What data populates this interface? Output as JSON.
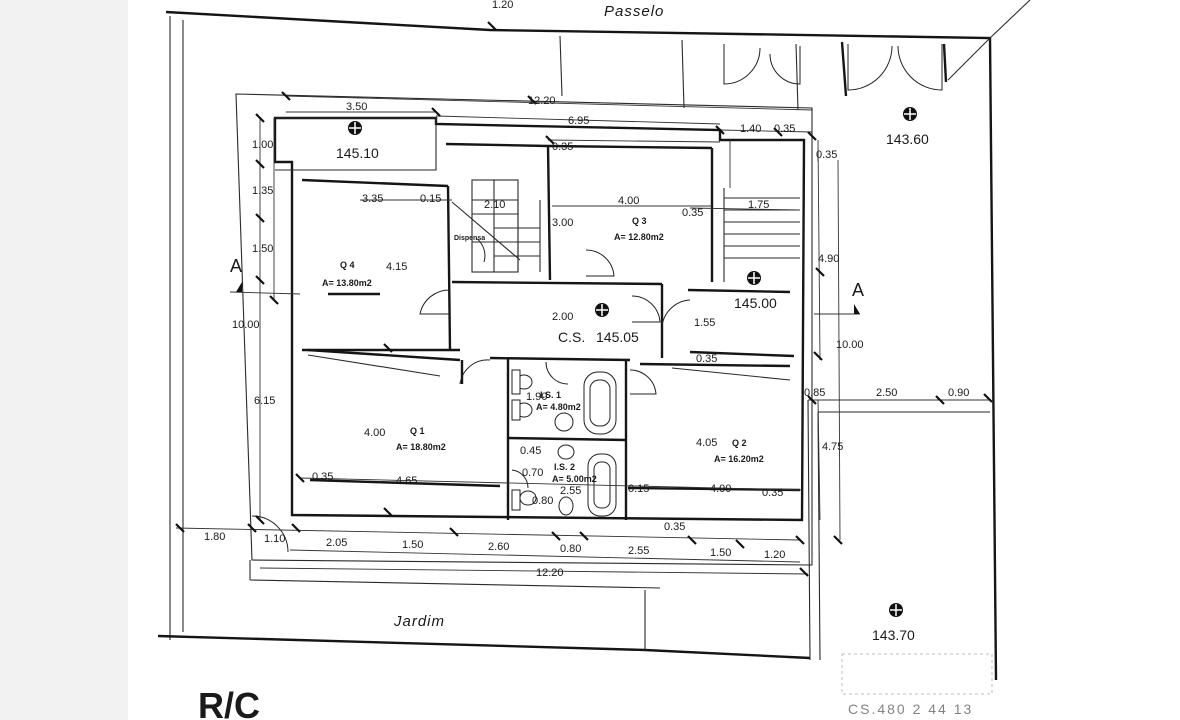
{
  "title": "R/C",
  "labels": {
    "top": "Passelo",
    "bottom": "Jardim"
  },
  "section_marks": {
    "left": "A",
    "right": "A"
  },
  "levels": [
    "145.10",
    "143.60",
    "145.00",
    "143.70"
  ],
  "circulation": {
    "name": "C.S.",
    "level": "145.05"
  },
  "stairs_label": "Dispensa",
  "rooms": {
    "q4": {
      "name": "Q 4",
      "area": "A= 13.80m2"
    },
    "q3": {
      "name": "Q 3",
      "area": "A= 12.80m2"
    },
    "q1": {
      "name": "Q 1",
      "area": "A= 18.80m2"
    },
    "q2": {
      "name": "Q 2",
      "area": "A= 16.20m2"
    },
    "is1": {
      "name": "I.S. 1",
      "area": "A= 4.80m2"
    },
    "is2": {
      "name": "I.S. 2",
      "area": "A= 5.00m2"
    }
  },
  "dimensions": [
    "1.20",
    "12.20",
    "3.50",
    "6.95",
    "1.40",
    "0.35",
    "0.35",
    "0.35",
    "1.00",
    "1.35",
    "1.50",
    "10.00",
    "6.15",
    "3.35",
    "0.15",
    "2.10",
    "4.00",
    "0.35",
    "1.75",
    "3.00",
    "4.90",
    "4.15",
    "2.00",
    "1.55",
    "0.35",
    "10.00",
    "1.90",
    "0.85",
    "2.50",
    "0.90",
    "4.75",
    "4.00",
    "4.05",
    "0.45",
    "0.70",
    "2.55",
    "0.35",
    "4.65",
    "0.80",
    "0.15",
    "4.00",
    "0.35",
    "0.35",
    "1.80",
    "1.10",
    "2.05",
    "1.50",
    "2.60",
    "0.80",
    "2.55",
    "1.50",
    "1.20",
    "12.20"
  ],
  "stamp": "CS.480 2  44 13"
}
